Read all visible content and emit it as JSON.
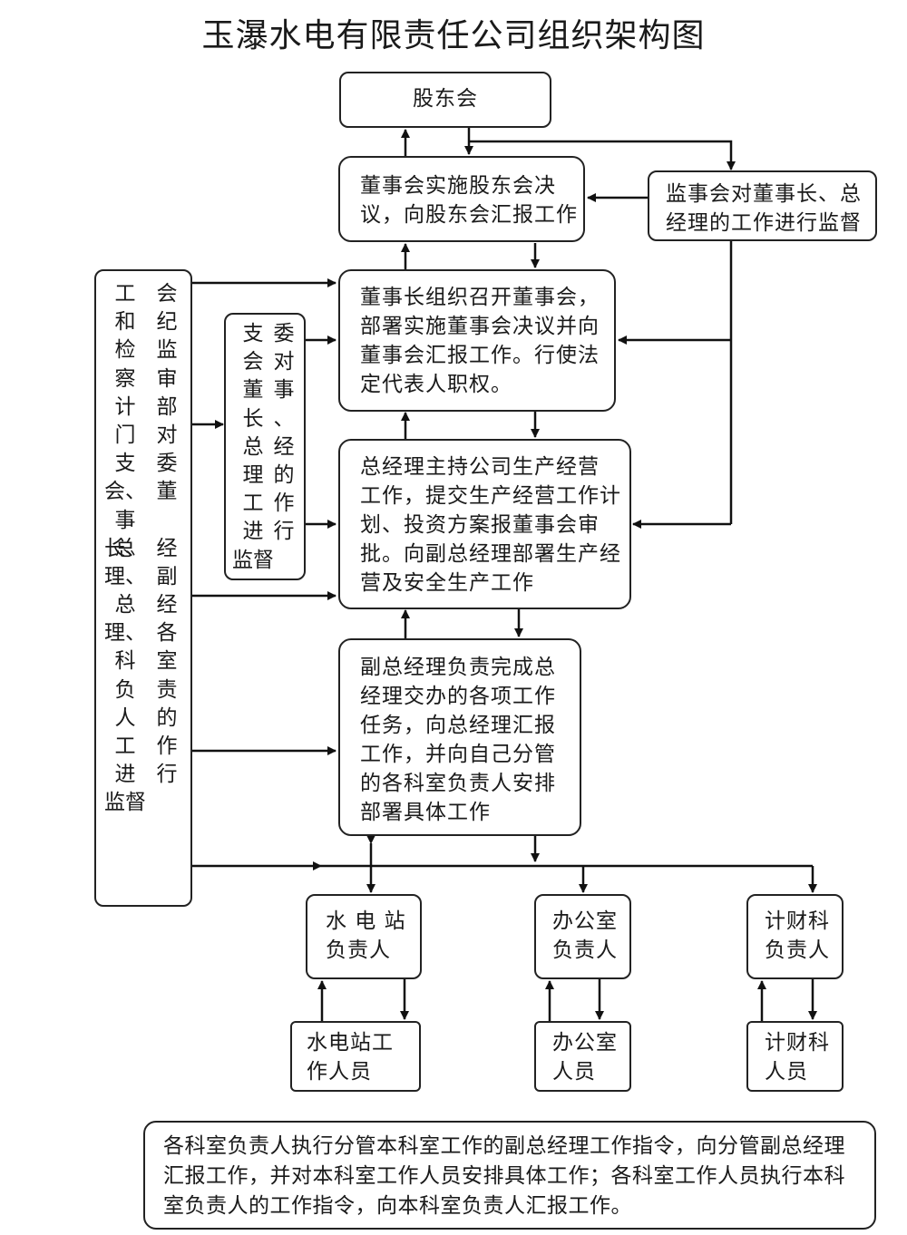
{
  "title": "玉瀑水电有限责任公司组织架构图",
  "nodes": {
    "shareholders": "股东会",
    "board": "董事会实施股东会决\n议，向股东会汇报工作",
    "supervisors": "监事会对董事长、总\n经理的工作进行监督",
    "chairman": "董事长组织召开董事会，\n部署实施董事会决议并向\n董事会汇报工作。行使法\n定代表人职权。",
    "gm": "总经理主持公司生产经营\n工作，提交生产经营工作计\n划、投资方案报董事会审\n批。向副总经理部署生产经\n营及安全生产工作",
    "deputy_gm": "副总经理负责完成总\n经理交办的各项工作\n任务，向总经理汇报\n工作，并向自己分管\n的各科室负责人安排\n部署具体工作",
    "station_head": "水 电 站\n负责人",
    "office_head": "办公室\n负责人",
    "finance_head": "计财科\n负责人",
    "station_staff": "水电站工\n作人员",
    "office_staff": "办公室\n人员",
    "finance_staff": "计财科\n人员",
    "note": "各科室负责人执行分管本科室工作的副总经理工作指令，向分管副总经理汇报工作，并对本科室工作人员安排具体工作；各科室工作人员执行本科室负责人的工作指令，向本科室负责人汇报工作。"
  },
  "vertical": {
    "discipline_col1": [
      "工",
      "和",
      "检",
      "察",
      "计",
      "门",
      "支",
      "会、",
      "事长、",
      "总",
      "理、",
      "总",
      "理、",
      "科",
      "负",
      "人",
      "工",
      "进",
      "监督"
    ],
    "discipline_col2": [
      "会",
      "纪",
      "监",
      "审",
      "部",
      "对",
      "委",
      "董",
      "",
      "经",
      "副",
      "经",
      "各",
      "室",
      "责",
      "的",
      "作",
      "行",
      ""
    ],
    "committee_col1": [
      "支",
      "会",
      "董",
      "长",
      "总",
      "理",
      "工",
      "进",
      "监督"
    ],
    "committee_col2": [
      "委",
      "对",
      "事",
      "、",
      "经",
      "的",
      "作",
      "行",
      ""
    ]
  }
}
